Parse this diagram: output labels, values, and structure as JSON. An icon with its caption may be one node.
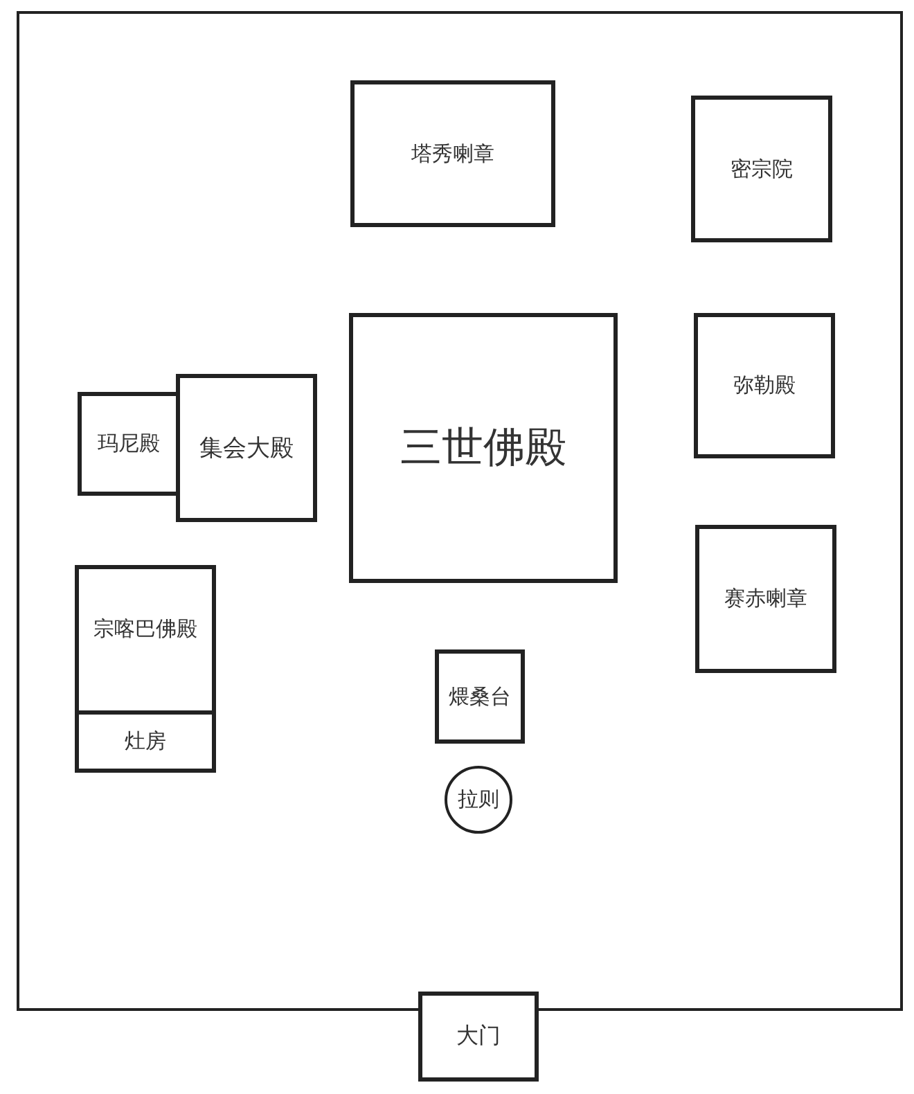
{
  "diagram": {
    "nodes": [
      {
        "text": [
          "塔秀喇章"
        ]
      },
      {
        "text": [
          "密宗院"
        ]
      },
      {
        "text": [
          "三世佛殿"
        ]
      },
      {
        "text": [
          "弥勒殿"
        ]
      },
      {
        "text": [
          "玛尼殿"
        ]
      },
      {
        "text": [
          "集会大殿"
        ]
      },
      {
        "text": [
          "宗喀巴佛殿"
        ]
      },
      {
        "text": [
          "灶房"
        ]
      },
      {
        "text": [
          "赛赤喇章"
        ]
      },
      {
        "text": [
          "煨桑台"
        ]
      },
      {
        "text": [
          "拉则"
        ]
      },
      {
        "text": [
          "大门"
        ]
      }
    ]
  }
}
